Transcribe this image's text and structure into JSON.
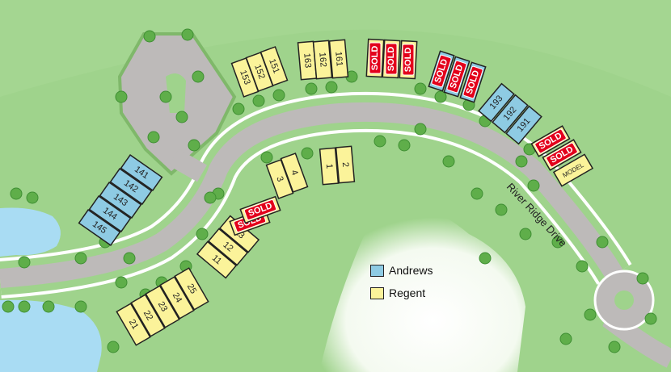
{
  "road_name": "River Ridge Drive",
  "colors": {
    "grass": "#9fd38c",
    "road": "#bdbab9",
    "water": "#a9dcf3",
    "andrews": "#8ecbe3",
    "regent": "#fbf39a",
    "sold": "#e3001b"
  },
  "legend": [
    {
      "label": "Andrews",
      "color": "#8ecbe3"
    },
    {
      "label": "Regent",
      "color": "#fbf39a"
    }
  ],
  "lots": [
    {
      "label": "141",
      "plan": "Andrews"
    },
    {
      "label": "142",
      "plan": "Andrews"
    },
    {
      "label": "143",
      "plan": "Andrews"
    },
    {
      "label": "144",
      "plan": "Andrews"
    },
    {
      "label": "145",
      "plan": "Andrews"
    },
    {
      "label": "11",
      "plan": "Regent"
    },
    {
      "label": "12",
      "plan": "Regent"
    },
    {
      "label": "13",
      "plan": "Regent"
    },
    {
      "label": "SOLD",
      "plan": "Regent",
      "sold": true
    },
    {
      "label": "SOLD",
      "plan": "Regent",
      "sold": true
    },
    {
      "label": "21",
      "plan": "Regent"
    },
    {
      "label": "22",
      "plan": "Regent"
    },
    {
      "label": "23",
      "plan": "Regent"
    },
    {
      "label": "24",
      "plan": "Regent"
    },
    {
      "label": "25",
      "plan": "Regent"
    },
    {
      "label": "153",
      "plan": "Regent"
    },
    {
      "label": "152",
      "plan": "Regent"
    },
    {
      "label": "151",
      "plan": "Regent"
    },
    {
      "label": "163",
      "plan": "Regent"
    },
    {
      "label": "162",
      "plan": "Regent"
    },
    {
      "label": "161",
      "plan": "Regent"
    },
    {
      "label": "SOLD",
      "plan": "Regent",
      "sold": true
    },
    {
      "label": "SOLD",
      "plan": "Regent",
      "sold": true
    },
    {
      "label": "SOLD",
      "plan": "Regent",
      "sold": true
    },
    {
      "label": "SOLD",
      "plan": "Andrews",
      "sold": true
    },
    {
      "label": "SOLD",
      "plan": "Andrews",
      "sold": true
    },
    {
      "label": "SOLD",
      "plan": "Andrews",
      "sold": true
    },
    {
      "label": "193",
      "plan": "Andrews"
    },
    {
      "label": "192",
      "plan": "Andrews"
    },
    {
      "label": "191",
      "plan": "Andrews"
    },
    {
      "label": "SOLD",
      "plan": "Regent",
      "sold": true
    },
    {
      "label": "SOLD",
      "plan": "Regent",
      "sold": true
    },
    {
      "label": "MODEL",
      "plan": "Regent"
    },
    {
      "label": "3",
      "plan": "Regent"
    },
    {
      "label": "4",
      "plan": "Regent"
    },
    {
      "label": "1",
      "plan": "Regent"
    },
    {
      "label": "2",
      "plan": "Regent"
    }
  ]
}
